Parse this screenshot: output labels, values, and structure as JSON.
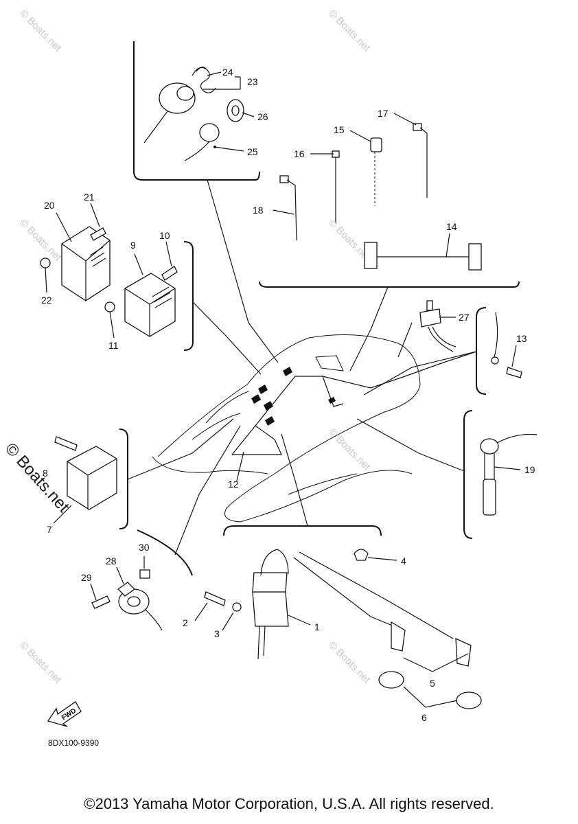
{
  "watermark": {
    "text": "© Boats.net",
    "large_text": "© Boats.net"
  },
  "diagram": {
    "part_code": "8DX100-9390",
    "fwd_label": "FWD",
    "callouts": [
      {
        "id": "c1",
        "label": "1"
      },
      {
        "id": "c2",
        "label": "2"
      },
      {
        "id": "c3",
        "label": "3"
      },
      {
        "id": "c4",
        "label": "4"
      },
      {
        "id": "c5",
        "label": "5"
      },
      {
        "id": "c6",
        "label": "6"
      },
      {
        "id": "c7",
        "label": "7"
      },
      {
        "id": "c8",
        "label": "8"
      },
      {
        "id": "c9",
        "label": "9"
      },
      {
        "id": "c10",
        "label": "10"
      },
      {
        "id": "c11",
        "label": "11"
      },
      {
        "id": "c12",
        "label": "12"
      },
      {
        "id": "c13",
        "label": "13"
      },
      {
        "id": "c14",
        "label": "14"
      },
      {
        "id": "c15",
        "label": "15"
      },
      {
        "id": "c16",
        "label": "16"
      },
      {
        "id": "c17",
        "label": "17"
      },
      {
        "id": "c18",
        "label": "18"
      },
      {
        "id": "c19",
        "label": "19"
      },
      {
        "id": "c20",
        "label": "20"
      },
      {
        "id": "c21",
        "label": "21"
      },
      {
        "id": "c22",
        "label": "22"
      },
      {
        "id": "c23",
        "label": "23"
      },
      {
        "id": "c24",
        "label": "24"
      },
      {
        "id": "c25",
        "label": "25"
      },
      {
        "id": "c26",
        "label": "26"
      },
      {
        "id": "c27",
        "label": "27"
      },
      {
        "id": "c28",
        "label": "28"
      },
      {
        "id": "c29",
        "label": "29"
      },
      {
        "id": "c30",
        "label": "30"
      }
    ]
  },
  "footer": {
    "copyright": "©2013 Yamaha Motor Corporation, U.S.A. All rights reserved."
  }
}
